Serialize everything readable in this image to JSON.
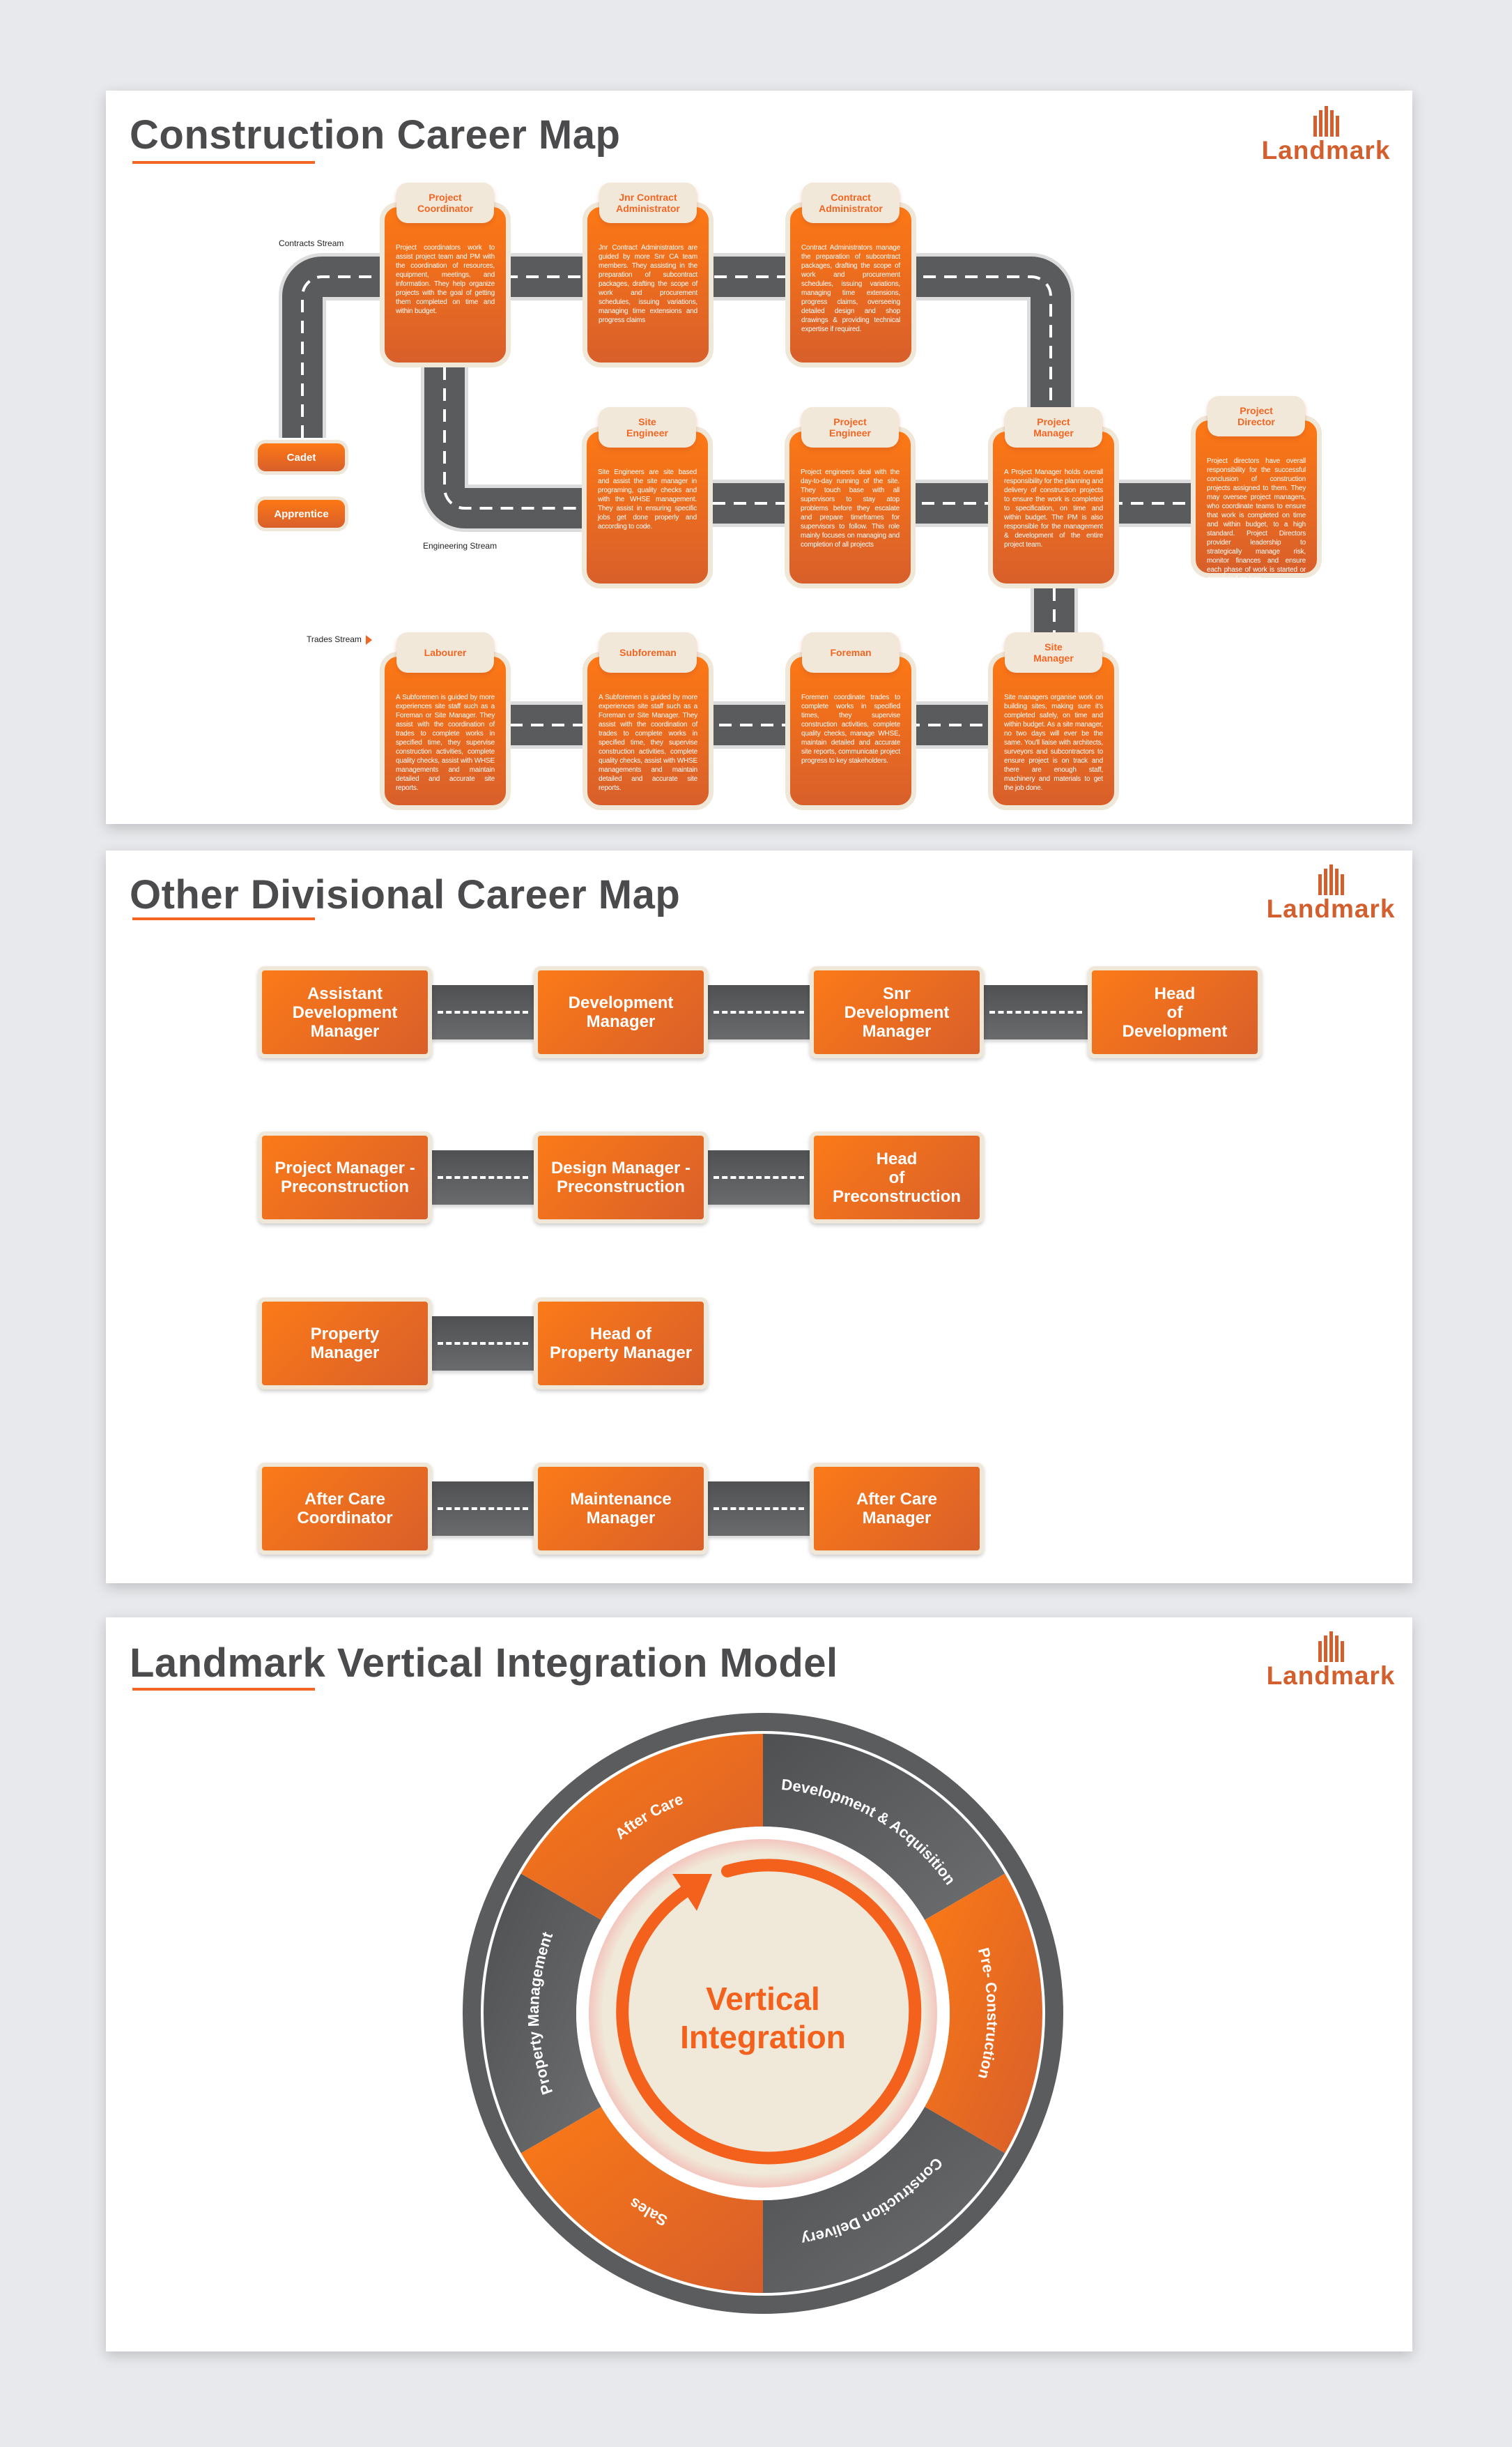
{
  "brand": "Landmark",
  "colors": {
    "accent": "#f26522",
    "road": "#58595b",
    "cream": "#efe7d8",
    "title": "#4b4b4d",
    "logo": "#d35f2e"
  },
  "construction": {
    "title": "Construction Career Map",
    "streams": {
      "contracts": "Contracts Stream",
      "engineering": "Engineering Stream",
      "trades": "Trades Stream"
    },
    "entry": [
      "Cadet",
      "Apprentice"
    ],
    "cards": [
      {
        "title": "Project\nCoordinator",
        "body": "Project coordinators work to assist project team and PM with the coordination of resources, equipment, meetings, and information. They help organize projects with the goal of getting them completed on time and within budget."
      },
      {
        "title": "Jnr Contract\nAdministrator",
        "body": "Jnr Contract Administrators are guided by more Snr CA team members. They assisting in the preparation of subcontract packages, drafting the scope of work and procurement schedules, issuing variations, managing time extensions and progress claims"
      },
      {
        "title": "Contract\nAdministrator",
        "body": "Contract Administrators manage the preparation of subcontract packages, drafting the scope of work and procurement schedules, issuing variations, managing time extensions, progress claims, overseeing detailed design and shop drawings & providing technical expertise if required."
      },
      {
        "title": "Site\nEngineer",
        "body": "Site Engineers are site based and assist the site manager in programing, quality checks and with the WHSE management. They assist in ensuring specific jobs get done properly and according to code."
      },
      {
        "title": "Project\nEngineer",
        "body": "Project engineers deal with the day-to-day running of the site. They touch base with all supervisors to stay atop problems before they escalate and prepare timeframes for supervisors to follow. This role mainly focuses on managing and completion of all projects"
      },
      {
        "title": "Project\nManager",
        "body": "A Project Manager holds overall responsibility for the planning and delivery of construction projects to ensure the work is completed to specification, on time and within budget. The PM is also responsible for the management & development of the entire project team."
      },
      {
        "title": "Project\nDirector",
        "body": "Project directors have overall responsibility for the successful conclusion of construction projects assigned to them. They may oversee project managers, who coordinate teams to ensure that work is completed on time and within budget, to a high standard. Project Directors provider leadership to strategically manage risk, monitor finances and ensure each phase of work is started or completed on time."
      },
      {
        "title": "Labourer",
        "body": "A Subforemen is guided by more experiences site staff such as a Foreman or Site Manager. They assist with the coordination of trades to complete works in specified time, they supervise construction activities, complete quality checks, assist with WHSE managements and maintain detailed and accurate site reports."
      },
      {
        "title": "Subforeman",
        "body": "A Subforemen is guided by more experiences site staff such as a Foreman or Site Manager. They assist with the coordination of trades to complete works in specified time, they supervise construction activities, complete quality checks, assist with WHSE managements and maintain detailed and accurate site reports."
      },
      {
        "title": "Foreman",
        "body": "Foremen coordinate trades to complete works in specified times, they supervise construction activities, complete quality checks, manage WHSE, maintain detailed and accurate site reports, communicate project progress to key stakeholders."
      },
      {
        "title": "Site\nManager",
        "body": "Site managers organise work on building sites, making sure it's completed safely, on time and within budget. As a site manager, no two days will ever be the same. You'll liaise with architects, surveyors and subcontractors to ensure project is on track and there are enough staff, machinery and materials to get the job done."
      }
    ]
  },
  "divisional": {
    "title": "Other Divisional Career Map",
    "rows": [
      [
        "Assistant\nDevelopment\nManager",
        "Development\nManager",
        "Snr\nDevelopment\nManager",
        "Head\nof\nDevelopment"
      ],
      [
        "Project Manager -\nPreconstruction",
        "Design Manager -\nPreconstruction",
        "Head\nof\nPreconstruction"
      ],
      [
        "Property\nManager",
        "Head of\nProperty Manager"
      ],
      [
        "After Care\nCoordinator",
        "Maintenance\nManager",
        "After Care\nManager"
      ]
    ]
  },
  "integration": {
    "title": "Landmark Vertical Integration Model",
    "center": [
      "Vertical",
      "Integration"
    ],
    "segments": [
      {
        "label": "Development & Acquisition",
        "color": "dark"
      },
      {
        "label": "Pre- Construction",
        "color": "orange"
      },
      {
        "label": "Construction Delivery",
        "color": "dark"
      },
      {
        "label": "Sales",
        "color": "orange"
      },
      {
        "label": "Property Management",
        "color": "dark"
      },
      {
        "label": "After Care",
        "color": "orange"
      }
    ]
  }
}
